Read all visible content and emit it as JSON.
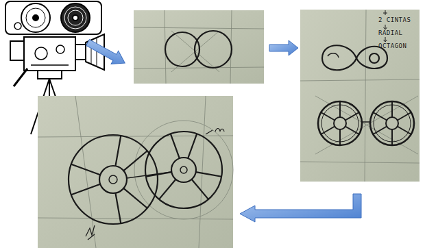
{
  "diagram": {
    "labels": [
      "2 CINTAS",
      "RADIAL",
      "OCTAGON"
    ]
  }
}
